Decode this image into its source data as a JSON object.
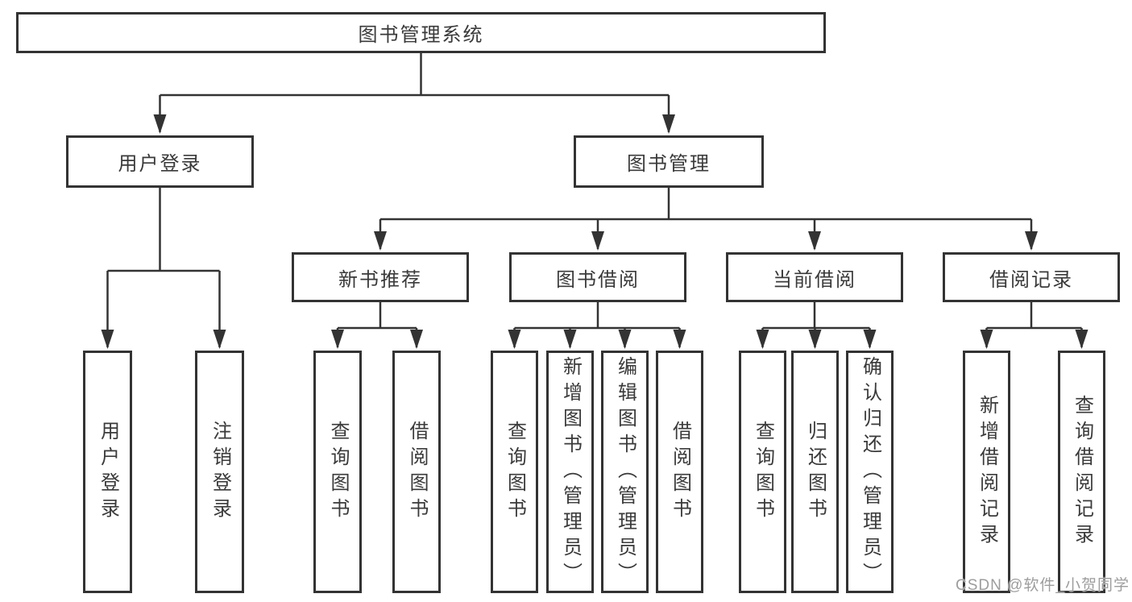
{
  "colors": {
    "line": "#333333",
    "text": "#3a3a3a",
    "watermark": "#9d9d9d",
    "background": "#ffffff"
  },
  "tree": {
    "root": {
      "label": "图书管理系统"
    },
    "branches": [
      {
        "label": "用户登录",
        "children": [
          {
            "label": "用户登录"
          },
          {
            "label": "注销登录"
          }
        ]
      },
      {
        "label": "图书管理",
        "children": [
          {
            "label": "新书推荐",
            "children": [
              {
                "label": "查询图书"
              },
              {
                "label": "借阅图书"
              }
            ]
          },
          {
            "label": "图书借阅",
            "children": [
              {
                "label": "查询图书"
              },
              {
                "label": "新增图书（管理员）"
              },
              {
                "label": "编辑图书（管理员）"
              },
              {
                "label": "借阅图书"
              }
            ]
          },
          {
            "label": "当前借阅",
            "children": [
              {
                "label": "查询图书"
              },
              {
                "label": "归还图书"
              },
              {
                "label": "确认归还（管理员）"
              }
            ]
          },
          {
            "label": "借阅记录",
            "children": [
              {
                "label": "新增借阅记录"
              },
              {
                "label": "查询借阅记录"
              }
            ]
          }
        ]
      }
    ]
  },
  "watermark": {
    "text": "CSDN @软件_小贺同学"
  }
}
